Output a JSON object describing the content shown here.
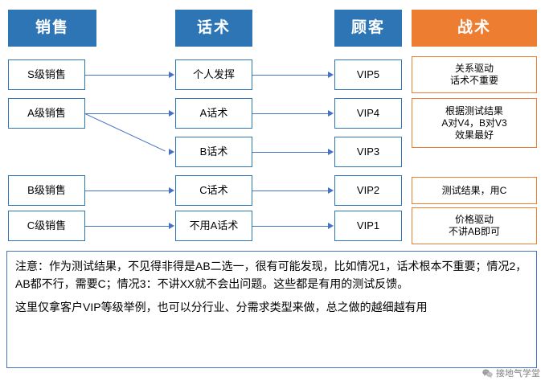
{
  "headers": [
    {
      "label": "销售",
      "color": "#2E75B6"
    },
    {
      "label": "话术",
      "color": "#2E75B6"
    },
    {
      "label": "顾客",
      "color": "#2E75B6"
    },
    {
      "label": "战术",
      "color": "#ED7D31"
    }
  ],
  "rows": [
    {
      "sales": "S级销售",
      "script": "个人发挥",
      "customer": "VIP5",
      "tactic": "关系驱动\n话术不重要"
    },
    {
      "sales": "A级销售",
      "script": "A话术",
      "customer": "VIP4",
      "tactic": "根据测试结果\nA对V4，B对V3\n效果最好"
    },
    {
      "sales": "",
      "script": "B话术",
      "customer": "VIP3",
      "tactic": ""
    },
    {
      "sales": "B级销售",
      "script": "C话术",
      "customer": "VIP2",
      "tactic": "测试结果，用C"
    },
    {
      "sales": "C级销售",
      "script": "不用A话术",
      "customer": "VIP1",
      "tactic": "价格驱动\n不讲AB即可"
    }
  ],
  "note": {
    "paragraph1": "注意：作为测试结果，不见得非得是AB二选一，很有可能发现，比如情况1，话术根本不重要；情况2，AB都不行，需要C；情况3：不讲XX就不会出问题。这些都是有用的测试反馈。",
    "paragraph2": "这里仅拿客户VIP等级举例，也可以分行业、分需求类型来做，总之做的越细越有用"
  },
  "footer": {
    "icon": "wechat-icon",
    "text": "接地气学堂"
  },
  "colors": {
    "header_blue": "#2E75B6",
    "header_orange": "#ED7D31",
    "line_blue": "#4472C4",
    "note_border": "#4472C4"
  }
}
